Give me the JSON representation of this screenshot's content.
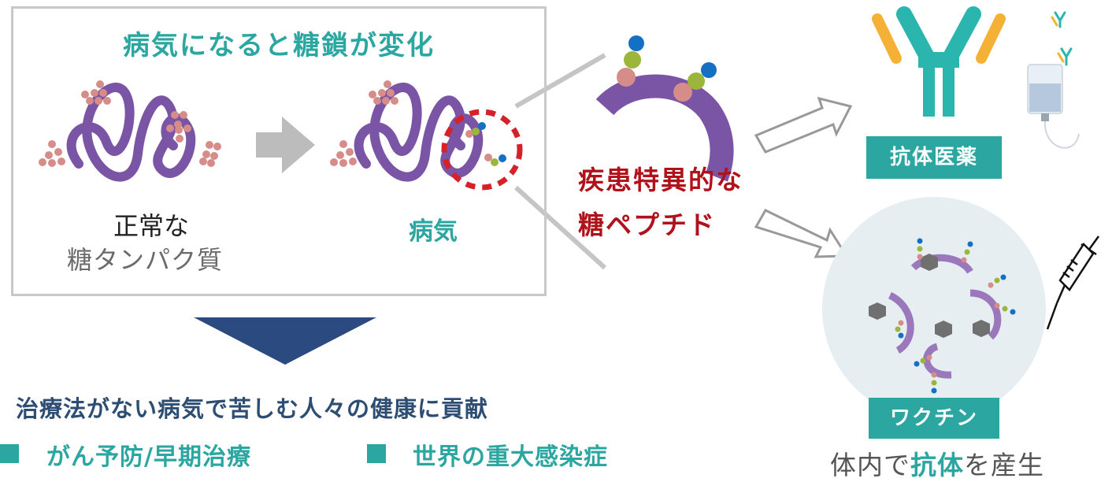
{
  "left_panel": {
    "title": "病気になると糖鎖が変化",
    "normal_line1": "正常な",
    "normal_line2": "糖タンパク質",
    "disease_label": "病気"
  },
  "peptide": {
    "line1": "疾患特異的な",
    "line2": "糖ペプチド"
  },
  "outcomes": {
    "antibody_badge": "抗体医薬",
    "vaccine_badge": "ワクチン",
    "produce_prefix": "体内で",
    "produce_emphasis": "抗体",
    "produce_suffix": "を産生"
  },
  "bottom": {
    "contribution": "治療法がない病気で苦しむ人々の健康に貢献",
    "bullets": [
      "がん予防/早期治療",
      "世界の重大感染症"
    ]
  },
  "colors": {
    "teal": "#2ba6a0",
    "purple": "#7a55a5",
    "pink": "#d68d89",
    "green": "#9bb63a",
    "blue": "#1370c3",
    "red": "#d4212a",
    "navy": "#2d4d73",
    "orange": "#f5b135"
  }
}
